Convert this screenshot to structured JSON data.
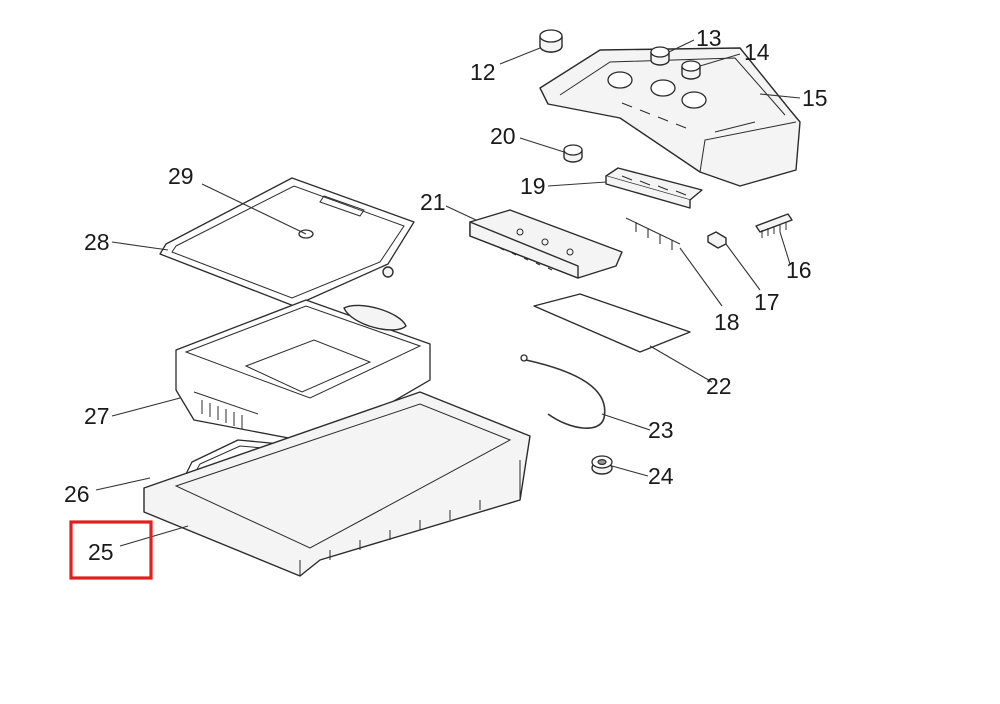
{
  "callouts": {
    "c12": "12",
    "c13": "13",
    "c14": "14",
    "c15": "15",
    "c16": "16",
    "c17": "17",
    "c18": "18",
    "c19": "19",
    "c20": "20",
    "c21": "21",
    "c22": "22",
    "c23": "23",
    "c24": "24",
    "c25": "25",
    "c26": "26",
    "c27": "27",
    "c28": "28",
    "c29": "29"
  },
  "highlighted_callout": "25",
  "colors": {
    "highlight": "#e0201e",
    "line": "#2b2b2b"
  }
}
